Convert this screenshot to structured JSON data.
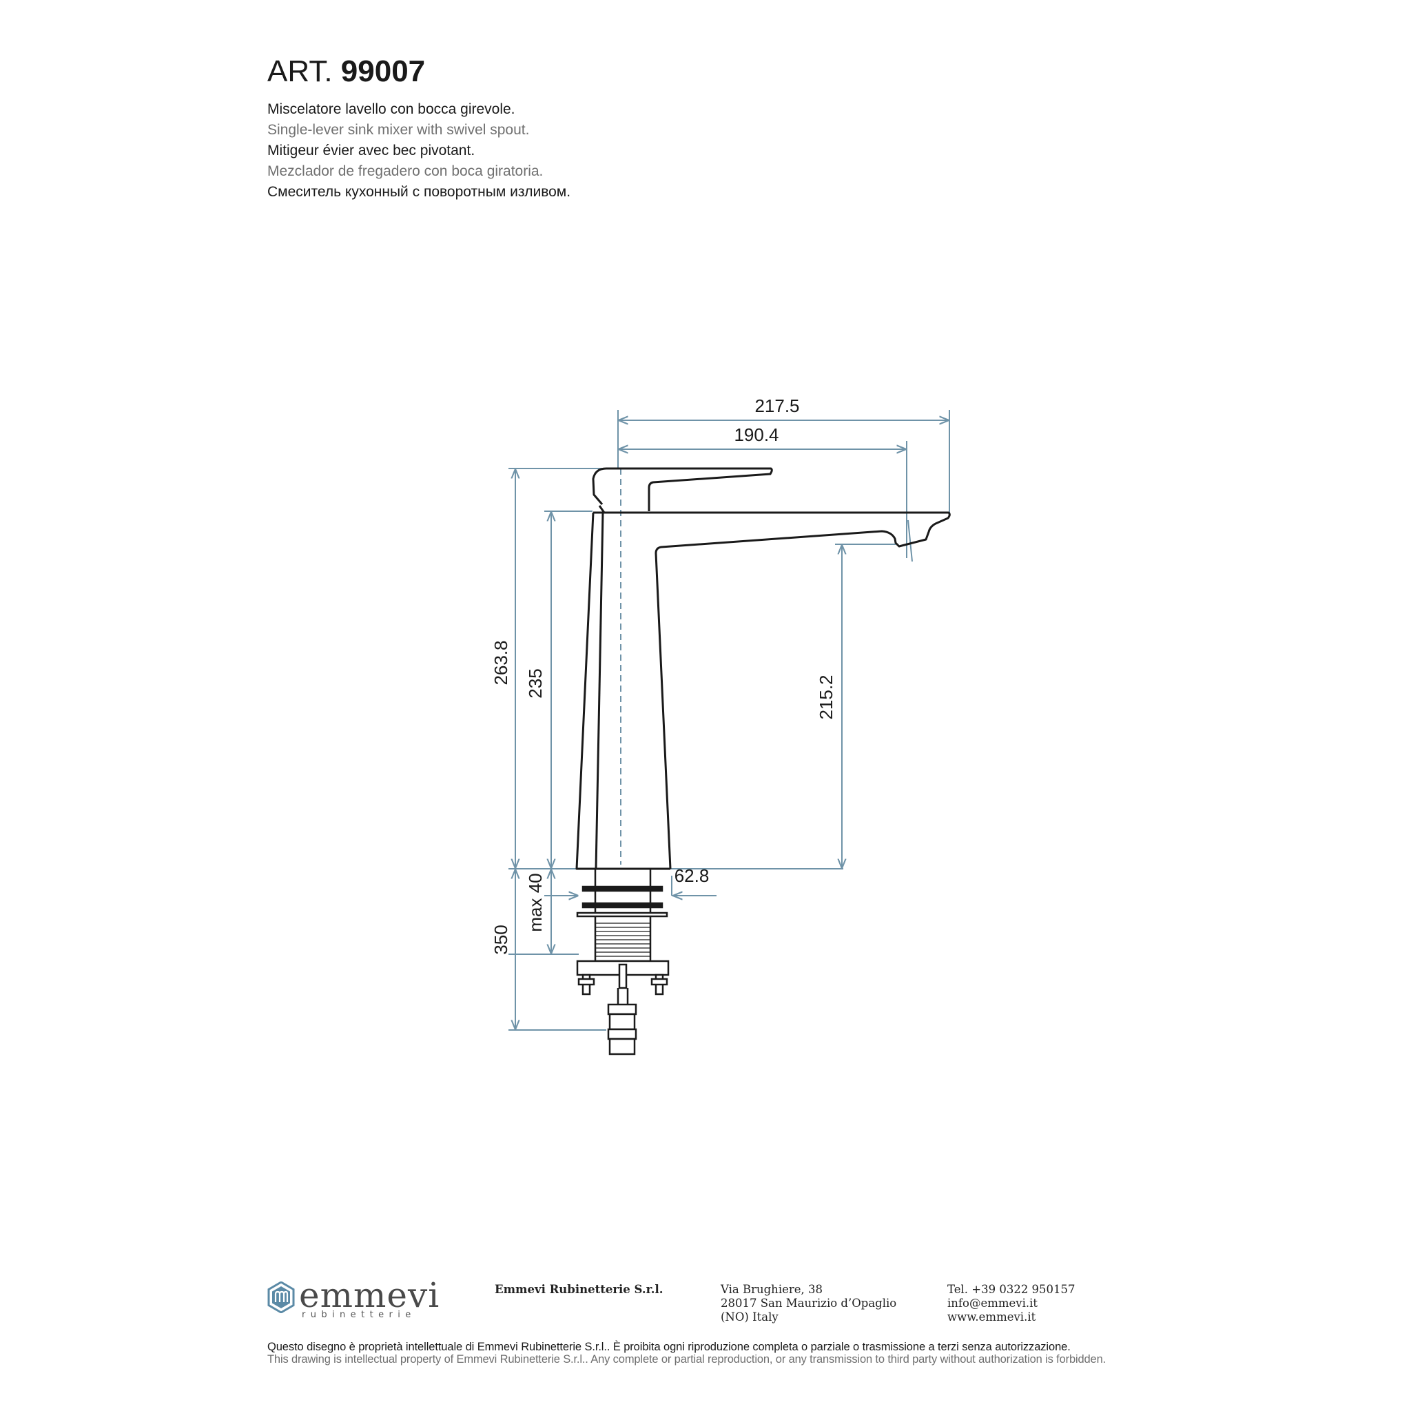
{
  "header": {
    "art_prefix": "ART.",
    "art_number": "99007",
    "descriptions": [
      "Miscelatore lavello con bocca girevole.",
      "Single-lever sink mixer with swivel spout.",
      "Mitigeur évier avec bec pivotant.",
      "Mezclador de fregadero con boca giratoria.",
      "Смеситель кухонный с поворотным изливом."
    ]
  },
  "drawing": {
    "dimensions": {
      "overall_reach": "217.5",
      "spout_reach": "190.4",
      "overall_height": "263.8",
      "body_height": "235",
      "spout_height": "215.2",
      "base_diameter": "62.8",
      "max_deck_thickness": "max 40",
      "hose_length": "350"
    },
    "colors": {
      "outline": "#1a1a1a",
      "dimension_line": "#6f93a8"
    }
  },
  "footer": {
    "logo": {
      "brand": "emmevi",
      "sub": "rubinetterie",
      "mark_icon": "hexagon-m-icon",
      "mark_color": "#5b8aa6"
    },
    "company": "Emmevi Rubinetterie S.r.l.",
    "address": [
      "Via Brughiere, 38",
      "28017 San Maurizio d’Opaglio",
      "(NO) Italy"
    ],
    "contact": [
      "Tel. +39 0322 950157",
      "info@emmevi.it",
      "www.emmevi.it"
    ],
    "legal_it": "Questo disegno è proprietà intellettuale di Emmevi Rubinetterie S.r.l.. È proibita ogni riproduzione completa o parziale o trasmissione a terzi senza autorizzazione.",
    "legal_en": "This drawing is intellectual property of Emmevi Rubinetterie S.r.l.. Any complete or partial reproduction, or any transmission to third party without authorization is forbidden."
  }
}
